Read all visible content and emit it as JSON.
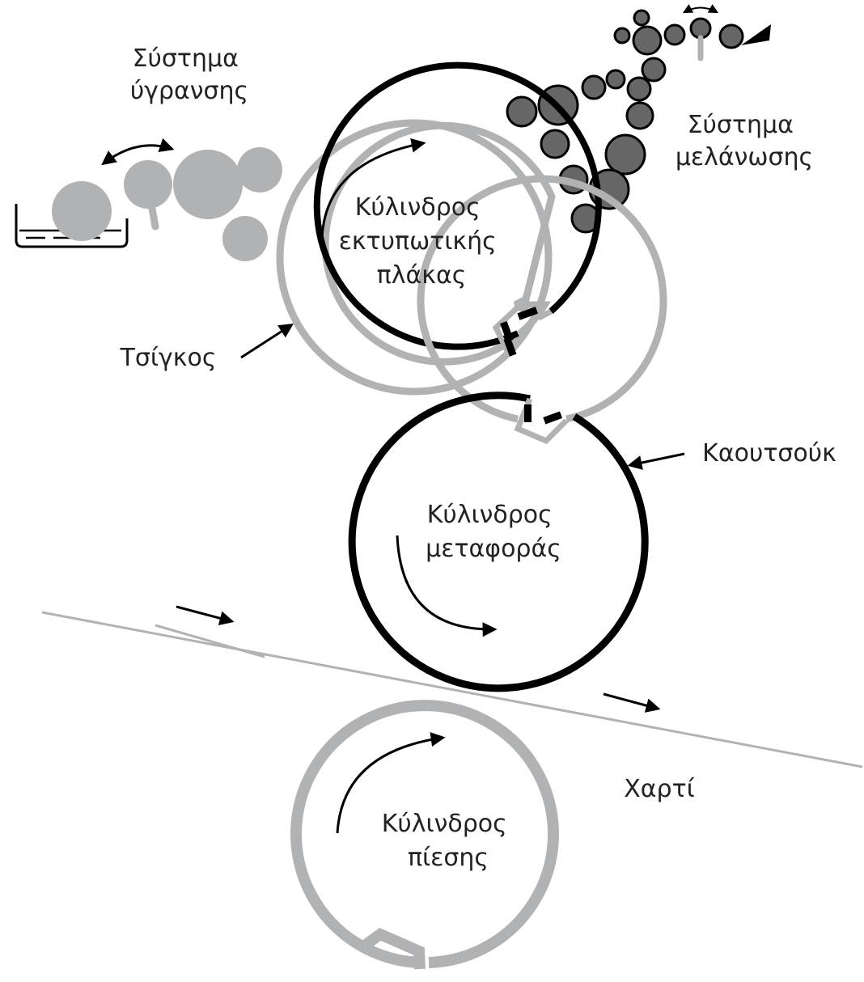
{
  "labels": {
    "dampening_system": [
      "Σύστημα",
      "ύγρανσης"
    ],
    "inking_system": [
      "Σύστημα",
      "μελάνωσης"
    ],
    "plate_cylinder": [
      "Κύλινδρος",
      "εκτυπωτικής",
      "πλάκας"
    ],
    "plate": "Τσίγκος",
    "blanket": "Καουτσούκ",
    "blanket_cylinder": [
      "Κύλινδρος",
      "μεταφοράς"
    ],
    "paper": "Χαρτί",
    "impression_cylinder": [
      "Κύλινδρος",
      "πίεσης"
    ]
  },
  "colors": {
    "gray": "#b1b2b4",
    "dark_gray": "#666666",
    "black": "#000000",
    "text": "#222222"
  }
}
